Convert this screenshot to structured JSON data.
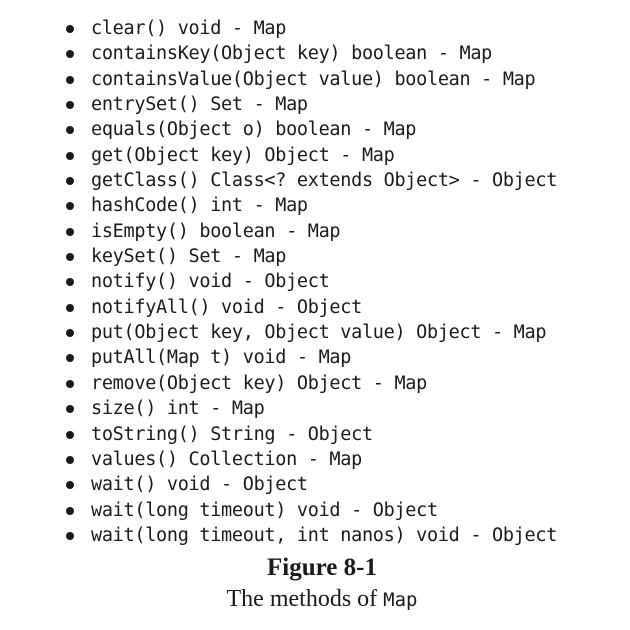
{
  "methods": [
    "clear() void - Map",
    "containsKey(Object key) boolean - Map",
    "containsValue(Object value) boolean - Map",
    "entrySet() Set - Map",
    "equals(Object o) boolean - Map",
    "get(Object key) Object - Map",
    "getClass() Class<? extends Object> - Object",
    "hashCode() int - Map",
    "isEmpty() boolean - Map",
    "keySet() Set - Map",
    "notify() void - Object",
    "notifyAll() void - Object",
    "put(Object key, Object value) Object - Map",
    "putAll(Map t) void - Map",
    "remove(Object key) Object - Map",
    "size() int - Map",
    "toString() String - Object",
    "values() Collection - Map",
    "wait() void - Object",
    "wait(long timeout) void - Object",
    "wait(long timeout, int nanos) void - Object"
  ],
  "caption": {
    "title": "Figure 8-1",
    "text": "The methods of",
    "code": "Map"
  }
}
